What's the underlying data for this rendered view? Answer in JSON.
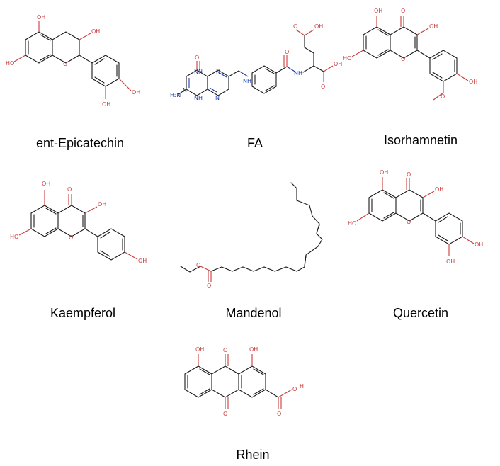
{
  "compounds": [
    {
      "name": "ent-Epicatechin"
    },
    {
      "name": "FA"
    },
    {
      "name": "Isorhamnetin"
    },
    {
      "name": "Kaempferol"
    },
    {
      "name": "Mandenol"
    },
    {
      "name": "Quercetin"
    },
    {
      "name": "Rhein"
    }
  ],
  "atoms": {
    "oh": "HO",
    "ho": "OH",
    "o": "O",
    "n": "N",
    "nh": "NH",
    "h": "H",
    "h2n": "H₂N"
  },
  "colors": {
    "bond": "#1a1a1a",
    "oxygen": "#c83c3c",
    "nitrogen": "#1e3aa8"
  }
}
